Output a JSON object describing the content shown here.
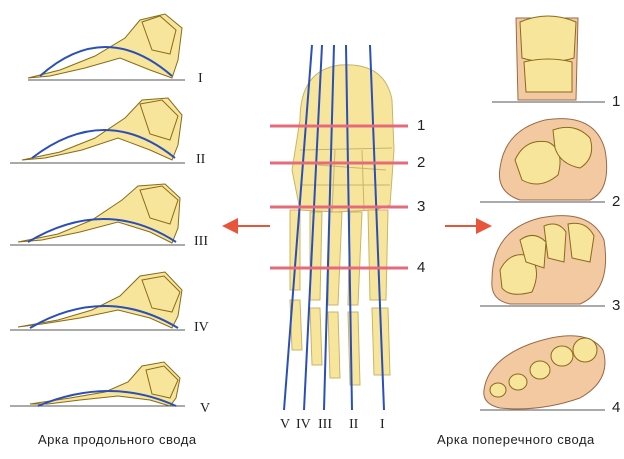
{
  "captions": {
    "longitudinal": "Арка продольного свода",
    "transverse": "Арка поперечного свода"
  },
  "longitudinal_labels": [
    "I",
    "II",
    "III",
    "IV",
    "V"
  ],
  "ray_labels": [
    "V",
    "IV",
    "III",
    "II",
    "I"
  ],
  "section_labels": [
    "1",
    "2",
    "3",
    "4"
  ],
  "transverse_labels": [
    "1",
    "2",
    "3",
    "4"
  ],
  "colors": {
    "bone_fill": "#f6e59a",
    "bone_stroke": "#8a6a1a",
    "arch_line": "#2a4fb8",
    "section_line": "#e56b7c",
    "arrow": "#e8553a",
    "skin_fill": "#f3c9a2",
    "skin_stroke": "#9a6a4a",
    "baseline": "#555555"
  }
}
